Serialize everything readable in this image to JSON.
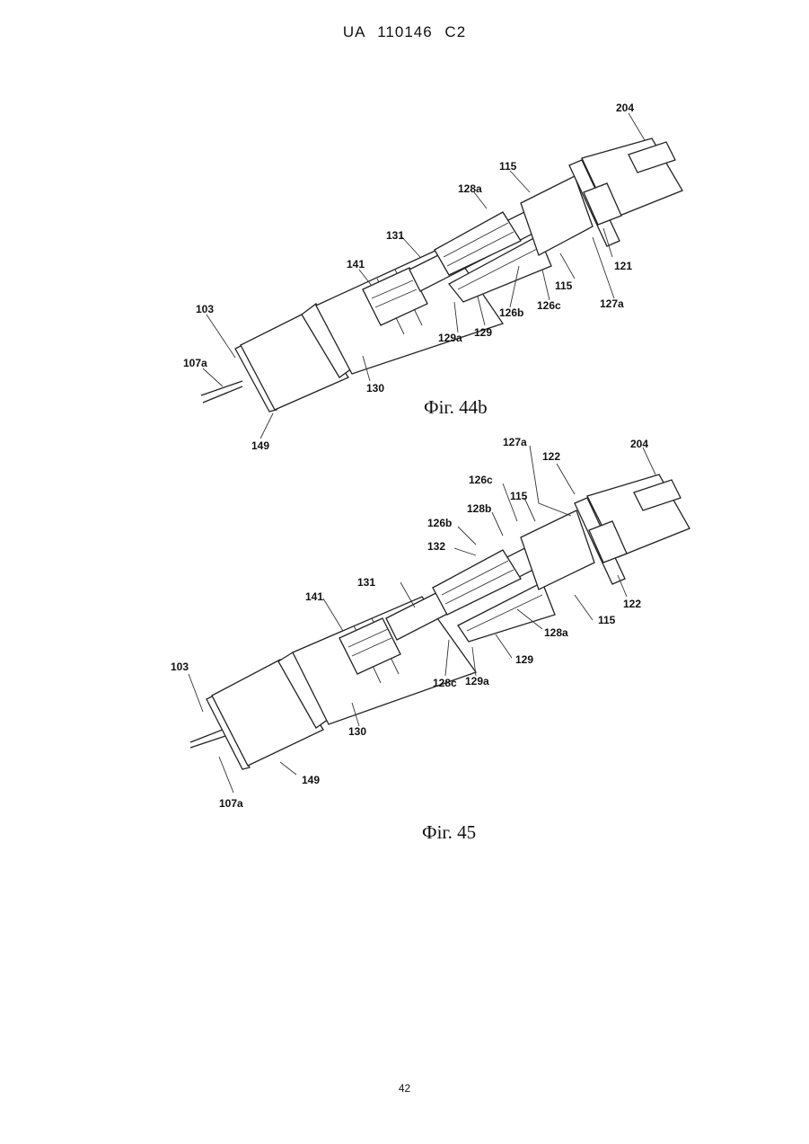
{
  "header": {
    "text": "UA   110146   C2"
  },
  "figures": [
    {
      "caption": "Фіг. 44b",
      "labels": {
        "l204": "204",
        "l115a": "115",
        "l128a": "128a",
        "l131": "131",
        "l141": "141",
        "l121": "121",
        "l115b": "115",
        "l126c": "126c",
        "l127a": "127a",
        "l126b": "126b",
        "l103": "103",
        "l129": "129",
        "l129a": "129a",
        "l107a": "107a",
        "l130": "130",
        "l149": "149"
      }
    },
    {
      "caption": "Фіг. 45",
      "labels": {
        "l127a": "127a",
        "l204": "204",
        "l122a": "122",
        "l126c": "126c",
        "l115a": "115",
        "l128b": "128b",
        "l126b": "126b",
        "l132": "132",
        "l131": "131",
        "l141": "141",
        "l122b": "122",
        "l115b": "115",
        "l128a": "128a",
        "l129": "129",
        "l103": "103",
        "l128c": "128c",
        "l129a": "129a",
        "l130": "130",
        "l149": "149",
        "l107a": "107a"
      }
    }
  ],
  "page_number": "42"
}
